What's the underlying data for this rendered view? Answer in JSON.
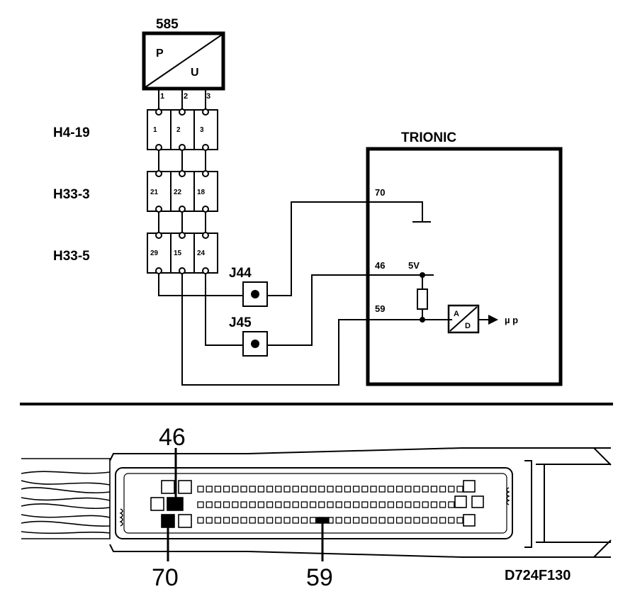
{
  "sensor": {
    "id": "585",
    "letter_p": "P",
    "letter_u": "U",
    "pins": [
      "1",
      "2",
      "3"
    ]
  },
  "connectors": [
    {
      "name": "H4-19",
      "pins": [
        "1",
        "2",
        "3"
      ]
    },
    {
      "name": "H33-3",
      "pins": [
        "21",
        "22",
        "18"
      ]
    },
    {
      "name": "H33-5",
      "pins": [
        "29",
        "15",
        "24"
      ]
    }
  ],
  "junctions": [
    "J44",
    "J45"
  ],
  "ecu": {
    "title": "TRIONIC",
    "pins": [
      "70",
      "46",
      "59"
    ],
    "voltage": "5V",
    "adc_a": "A",
    "adc_d": "D",
    "output": "µ p"
  },
  "connector_view": {
    "callouts": [
      "46",
      "70",
      "59"
    ]
  },
  "figure_code": "D724F130"
}
